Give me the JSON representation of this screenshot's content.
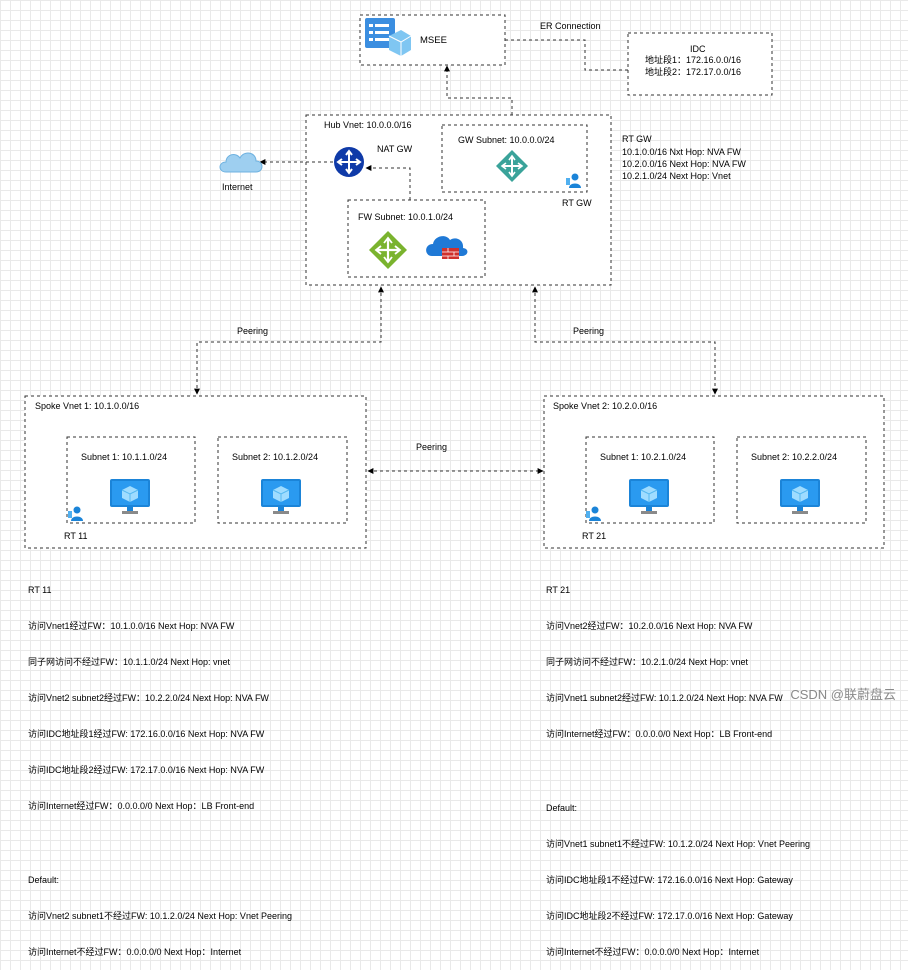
{
  "msee": {
    "label": "MSEE"
  },
  "er_connection": {
    "label": "ER Connection"
  },
  "idc": {
    "title": "IDC",
    "lines": [
      "地址段1：172.16.0.0/16",
      "地址段2：172.17.0.0/16"
    ]
  },
  "hub": {
    "label": "Hub Vnet: 10.0.0.0/16",
    "nat_gw": "NAT GW",
    "gw_subnet": "GW Subnet: 10.0.0.0/24",
    "fw_subnet": "FW Subnet: 10.0.1.0/24",
    "rt_gw_label": "RT GW"
  },
  "internet": {
    "label": "Internet"
  },
  "rt_gw": {
    "title": "RT GW",
    "routes": [
      "10.1.0.0/16 Nxt Hop: NVA FW",
      "10.2.0.0/16 Next Hop: NVA FW",
      "10.2.1.0/24 Next Hop: Vnet"
    ]
  },
  "peering": {
    "left": "Peering",
    "right": "Peering",
    "middle": "Peering"
  },
  "spoke1": {
    "label": "Spoke Vnet 1: 10.1.0.0/16",
    "subnet1": "Subnet 1: 10.1.1.0/24",
    "subnet2": "Subnet 2: 10.1.2.0/24",
    "rt_label": "RT 11"
  },
  "spoke2": {
    "label": "Spoke Vnet 2: 10.2.0.0/16",
    "subnet1": "Subnet 1: 10.2.1.0/24",
    "subnet2": "Subnet 2: 10.2.2.0/24",
    "rt_label": "RT 21"
  },
  "rt11": {
    "title": "RT 11",
    "routes": [
      "访问Vnet1经过FW：10.1.0.0/16 Next Hop: NVA FW",
      "同子网访问不经过FW：10.1.1.0/24 Next Hop: vnet",
      "访问Vnet2 subnet2经过FW：10.2.2.0/24 Next Hop: NVA FW",
      "访问IDC地址段1经过FW: 172.16.0.0/16 Next Hop: NVA FW",
      "访问IDC地址段2经过FW: 172.17.0.0/16 Next Hop: NVA FW",
      "访问Internet经过FW：0.0.0.0/0 Next Hop：LB Front-end"
    ],
    "default_title": "Default:",
    "defaults": [
      "访问Vnet2 subnet1不经过FW: 10.1.2.0/24 Next Hop: Vnet Peering",
      "访问Internet不经过FW：0.0.0.0/0 Next Hop：Internet"
    ]
  },
  "rt21": {
    "title": "RT 21",
    "routes": [
      "访问Vnet2经过FW：10.2.0.0/16 Next Hop: NVA FW",
      "同子网访问不经过FW：10.2.1.0/24 Next Hop: vnet",
      "访问Vnet1 subnet2经过FW: 10.1.2.0/24 Next Hop: NVA FW",
      "访问Internet经过FW：0.0.0.0/0 Next Hop：LB Front-end"
    ],
    "default_title": "Default:",
    "defaults": [
      "访问Vnet1 subnet1不经过FW: 10.1.2.0/24 Next Hop: Vnet Peering",
      "访问IDC地址段1不经过FW: 172.16.0.0/16 Next Hop: Gateway",
      "访问IDC地址段2不经过FW: 172.17.0.0/16 Next Hop: Gateway",
      "访问Internet不经过FW：0.0.0.0/0 Next Hop：Internet"
    ]
  },
  "watermark": "CSDN @联蔚盘云",
  "colors": {
    "line": "#333333",
    "router_blue": "#0f3aa8",
    "gateway_teal": "#3aa39a",
    "fw_green": "#7ab32e",
    "cloud_blue": "#1f79d6",
    "firewall_red": "#d0312d",
    "vm_blue": "#1b84d8",
    "msee_blue": "#3b8ee0"
  }
}
